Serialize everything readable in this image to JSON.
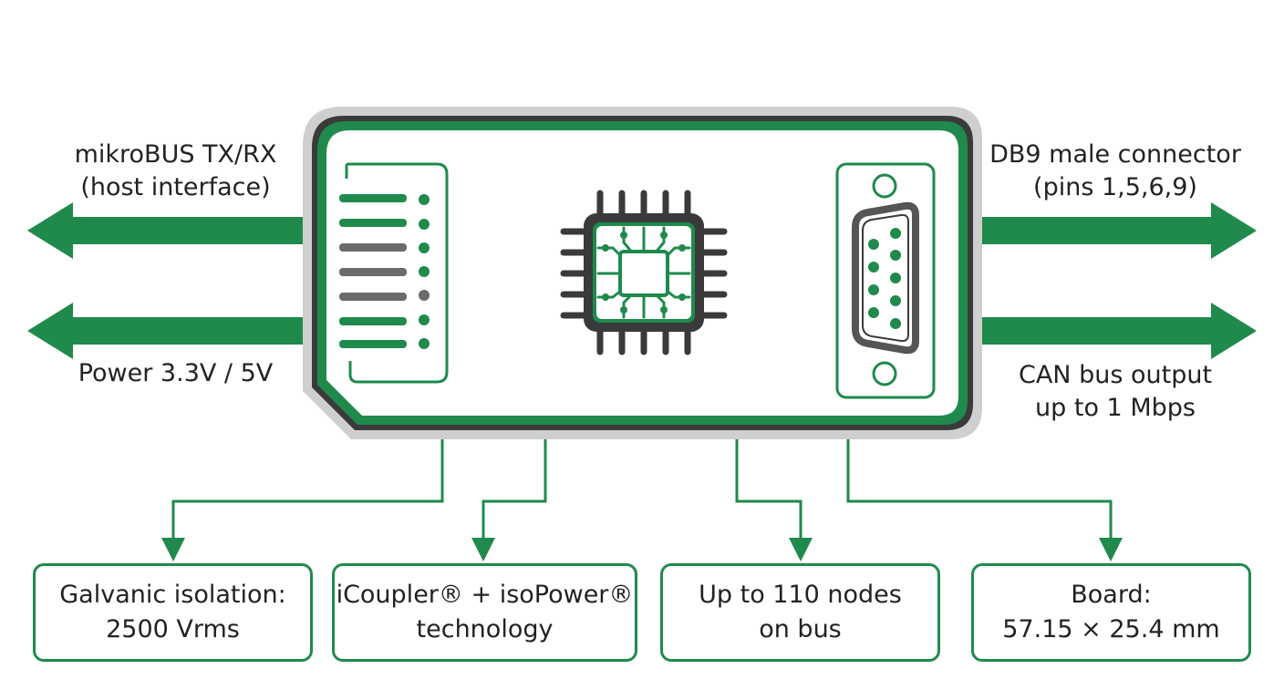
{
  "labels": {
    "left_top": [
      "mikroBUS TX/RX",
      "(host interface)"
    ],
    "left_bottom": [
      "Power 3.3V / 5V"
    ],
    "right_top": [
      "DB9 male connector",
      "(pins 1,5,6,9)"
    ],
    "right_bottom": [
      "CAN bus output",
      "up to 1 Mbps"
    ]
  },
  "feature_boxes": [
    {
      "line1": "Galvanic isolation:",
      "line2": "2500 Vrms"
    },
    {
      "line1": "iCoupler® + isoPower®",
      "line2": "technology"
    },
    {
      "line1": "Up to 110 nodes",
      "line2": "on bus"
    },
    {
      "line1": "Board:",
      "line2": "57.15 × 25.4 mm"
    }
  ],
  "icons": {
    "header": "mikrobus-header-icon",
    "chip": "microchip-icon",
    "connector": "db9-connector-icon"
  },
  "colors": {
    "accent": "#1f8a4c",
    "dark": "#3a3a3a",
    "frame": "#c8c8c8",
    "text": "#222222"
  }
}
